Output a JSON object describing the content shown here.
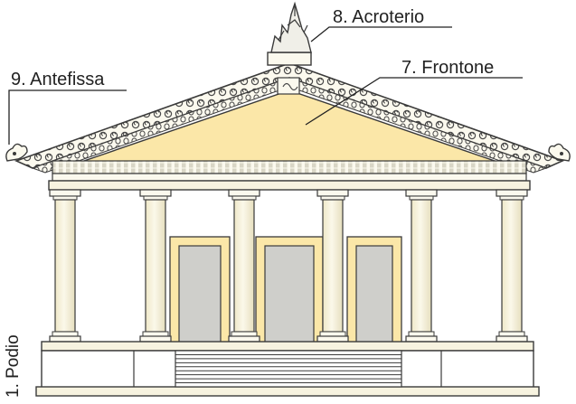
{
  "diagram": {
    "subject": "Roman temple facade",
    "colors": {
      "background": "#ffffff",
      "pediment_fill": "#fbe7a8",
      "stone": "#f7f3e0",
      "stone_light": "#fbf9ee",
      "outline": "#3a3a3a",
      "door_frame": "#fbe7a8",
      "door_panel": "#cfcfcb",
      "ornament": "#4a4a4a"
    },
    "labels": {
      "acroterio": "8. Acroterio",
      "frontone": "7. Frontone",
      "antefissa": "9. Antefissa",
      "podio": "1. Podio"
    },
    "column_count": 6,
    "door_count": 3,
    "step_count": 9
  }
}
